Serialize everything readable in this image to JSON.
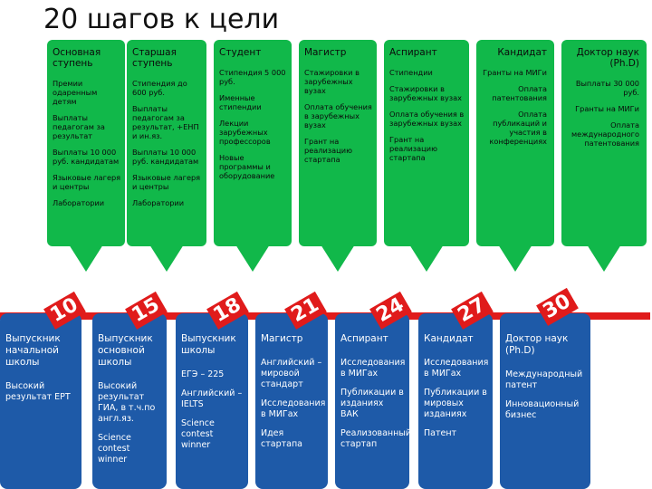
{
  "title": "20 шагов к цели",
  "colors": {
    "green": "#11b84a",
    "blue": "#1e5aa8",
    "red": "#e01b1b"
  },
  "top_columns": [
    {
      "header": "Основная ступень",
      "items": [
        "Премии одаренным детям",
        "Выплаты педагогам за результат",
        "Выплаты 10 000 руб. кандидатам",
        "Языковые лагеря и центры",
        "Лаборатории"
      ]
    },
    {
      "header": "Старшая ступень",
      "items": [
        "Стипендия до 600 руб.",
        "Выплаты педагогам за результат, +ЕНП и ин.яз.",
        "Выплаты 10 000 руб. кандидатам",
        "Языковые лагеря и центры",
        "Лаборатории"
      ]
    },
    {
      "header": "Студент",
      "items": [
        "Стипендия 5 000 руб.",
        "Именные стипендии",
        "Лекции зарубежных профессоров",
        "Новые программы и оборудование"
      ]
    },
    {
      "header": "Магистр",
      "items": [
        "Стажировки в зарубежных вузах",
        "Оплата обучения в зарубежных вузах",
        "Грант на реализацию стартапа"
      ]
    },
    {
      "header": "Аспирант",
      "items": [
        "Стипендии",
        "Стажировки в зарубежных вузах",
        "Оплата обучения в зарубежных вузах",
        "Грант на реализацию стартапа"
      ]
    },
    {
      "header": "Кандидат",
      "items": [
        "Гранты на МИГи",
        "Оплата патентования",
        "Оплата публикаций и участия в конференциях"
      ]
    },
    {
      "header": "Доктор наук (Ph.D)",
      "items": [
        "Выплаты 30 000 руб.",
        "Гранты на МИГи",
        "Оплата международного патентования"
      ]
    }
  ],
  "ages": [
    "10",
    "15",
    "18",
    "21",
    "24",
    "27",
    "30"
  ],
  "bottom_columns": [
    {
      "header": "Выпускник начальной школы",
      "items": [
        "Высокий результат ЕРТ"
      ]
    },
    {
      "header": "Выпускник основной школы",
      "items": [
        "Высокий результат ГИА, в т.ч.по англ.яз.",
        "Science contest winner"
      ]
    },
    {
      "header": "Выпускник школы",
      "items": [
        "ЕГЭ – 225",
        "Английский – IELTS",
        "Science contest winner"
      ]
    },
    {
      "header": "Магистр",
      "items": [
        "Английский – мировой стандарт",
        "Исследования в МИГах",
        "Идея стартапа"
      ]
    },
    {
      "header": "Аспирант",
      "items": [
        "Исследования в МИГах",
        "Публикации в изданиях ВАК",
        "Реализованный стартап"
      ]
    },
    {
      "header": "Кандидат",
      "items": [
        "Исследования в МИГах",
        "Публикации в мировых изданиях",
        "Патент"
      ]
    },
    {
      "header": "Доктор наук (Ph.D)",
      "items": [
        "Международный патент",
        "Инновационный бизнес"
      ]
    }
  ]
}
